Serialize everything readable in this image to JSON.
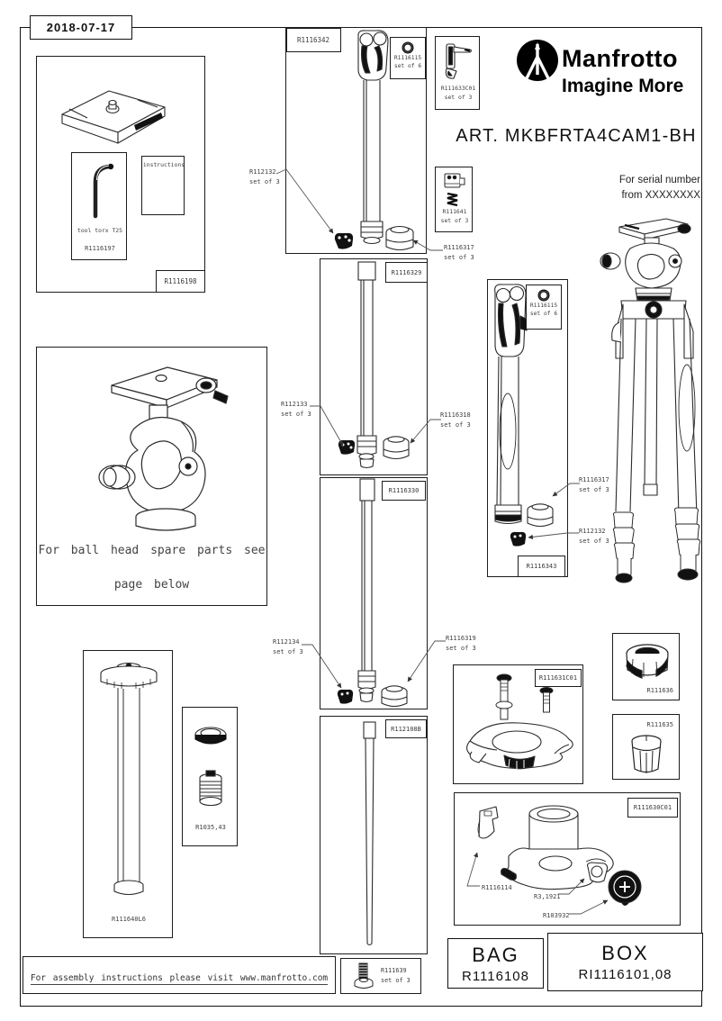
{
  "page": {
    "date": "2018-07-17",
    "art_number": "ART. MKBFRTA4CAM1-BH",
    "brand_name": "Manfrotto",
    "brand_tagline": "Imagine More",
    "serial_line1": "For serial number",
    "serial_line2": "from XXXXXXXX",
    "ballhead_note1": "For ball head spare parts see",
    "ballhead_note2": "page below",
    "assembly_note": "For assembly instructions please visit www.manfrotto.com"
  },
  "kit": {
    "code": "R1116198",
    "tool_label": "tool torx T25",
    "tool_code": "R1116197",
    "instructions": "instructions"
  },
  "oring": {
    "code": "R1116115",
    "qty": "set of 6"
  },
  "leg1": {
    "code": "R1116342",
    "foot_code": "R112132",
    "foot_qty": "set of 3",
    "collar_code": "R1116317",
    "collar_qty": "set of 3"
  },
  "lever": {
    "code": "R111633C01",
    "qty": "set of 3"
  },
  "latch": {
    "code": "R111641",
    "qty": "set of 3"
  },
  "leg2": {
    "code": "R1116329",
    "foot_code": "R112133",
    "foot_qty": "set of 3",
    "collar_code": "R1116318",
    "collar_qty": "set of 3"
  },
  "leg3": {
    "code": "R1116330",
    "foot_code": "R112134",
    "foot_qty": "set of 3",
    "collar_code": "R1116319",
    "collar_qty": "set of 3"
  },
  "rod": {
    "code": "R112108B"
  },
  "screw": {
    "code": "R111639",
    "qty": "set of 3"
  },
  "leg_assembly": {
    "code": "R1116343",
    "collar_code": "R1116317",
    "collar_qty": "set of 3",
    "foot_code": "R112132",
    "foot_qty": "set of 3"
  },
  "column": {
    "code": "R111640L6"
  },
  "hook_kit": {
    "code": "R1035,43"
  },
  "spreader": {
    "code": "R111631C01"
  },
  "lock_ring": {
    "code": "R111636"
  },
  "collet": {
    "code": "R111635"
  },
  "top_casting": {
    "code": "R111630C01",
    "wedge_code": "R1116114",
    "nut_code": "R3,1921",
    "knob_code": "R103932"
  },
  "bag": {
    "label": "BAG",
    "code": "R1116108"
  },
  "shipping_box": {
    "label": "BOX",
    "code": "RI1116101,08"
  }
}
